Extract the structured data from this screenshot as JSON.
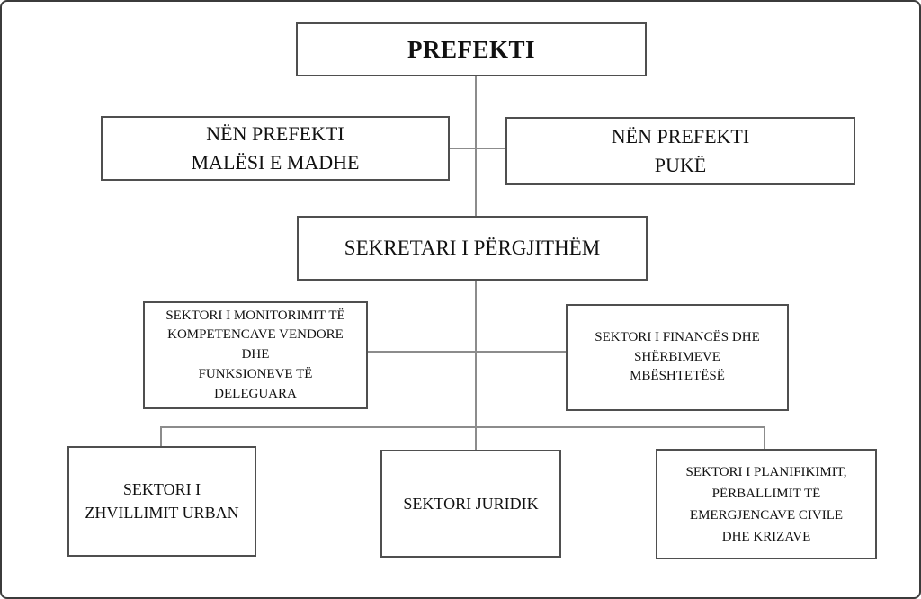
{
  "diagram": {
    "type": "org-chart",
    "language": "Albanian",
    "nodes": {
      "prefekti": {
        "label": "PREFEKTI"
      },
      "nen_malesi": {
        "label": "NËN PREFEKTI\nMALËSI E MADHE"
      },
      "nen_puke": {
        "label": "NËN PREFEKTI\nPUKË"
      },
      "sekretari": {
        "label": "SEKRETARI I PËRGJITHËM"
      },
      "monitorimit": {
        "label": "SEKTORI I MONITORIMIT TË\nKOMPETENCAVE VENDORE\nDHE\nFUNKSIONEVE TË\nDELEGUARA"
      },
      "finances": {
        "label": "SEKTORI I FINANCËS DHE\nSHËRBIMEVE\nMBËSHTETËSË"
      },
      "zhvillimit": {
        "label": "SEKTORI I\nZHVILLIMIT URBAN"
      },
      "juridik": {
        "label": "SEKTORI JURIDIK"
      },
      "planifikimit": {
        "label": "SEKTORI I PLANIFIKIMIT,\nPËRBALLIMIT TË\nEMERGJENCAVE CIVILE\nDHE KRIZAVE"
      }
    },
    "edges": [
      {
        "from": "prefekti",
        "to": "nen_malesi"
      },
      {
        "from": "prefekti",
        "to": "nen_puke"
      },
      {
        "from": "prefekti",
        "to": "sekretari"
      },
      {
        "from": "sekretari",
        "to": "monitorimit"
      },
      {
        "from": "sekretari",
        "to": "finances"
      },
      {
        "from": "sekretari",
        "to": "zhvillimit"
      },
      {
        "from": "sekretari",
        "to": "juridik"
      },
      {
        "from": "sekretari",
        "to": "planifikimit"
      }
    ],
    "colors": {
      "background": "#ffffff",
      "box_border": "#4f4f4f",
      "connector": "#8c8c8c",
      "frame": "#3b3b3b",
      "text": "#111111"
    }
  }
}
